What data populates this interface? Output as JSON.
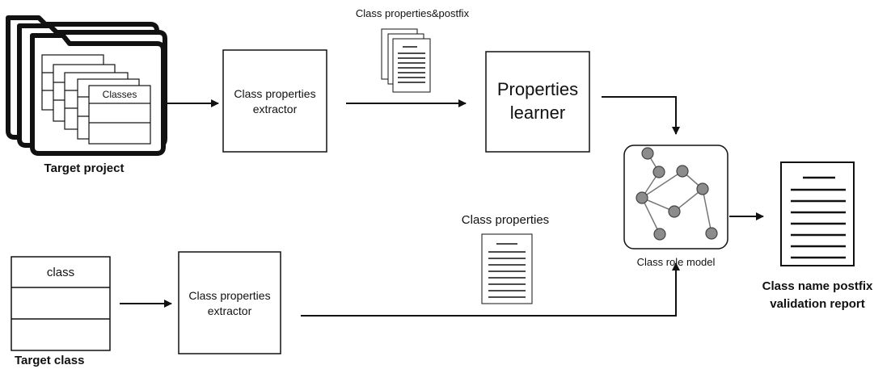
{
  "target_project": {
    "label": "Target project",
    "inner_label": "Classes"
  },
  "extractor_top": {
    "line1": "Class properties",
    "line2": "extractor"
  },
  "top_docs_label": "Class properties&postfix",
  "learner": {
    "line1": "Properties",
    "line2": "learner"
  },
  "role_model_label": "Class role model",
  "report": {
    "line1": "Class name postfix",
    "line2": "validation report"
  },
  "target_class": {
    "label": "Target class",
    "box_label": "class"
  },
  "extractor_bottom": {
    "line1": "Class properties",
    "line2": "extractor"
  },
  "bottom_doc_label": "Class properties",
  "colors": {
    "stroke": "#111111",
    "node_fill": "#8c8c8c",
    "edge": "#777777"
  },
  "icons": {
    "documents_stack": "documents-stack-icon",
    "document": "document-icon",
    "graph": "graph-network-icon",
    "report": "report-document-icon",
    "folders": "folder-stack-icon"
  }
}
